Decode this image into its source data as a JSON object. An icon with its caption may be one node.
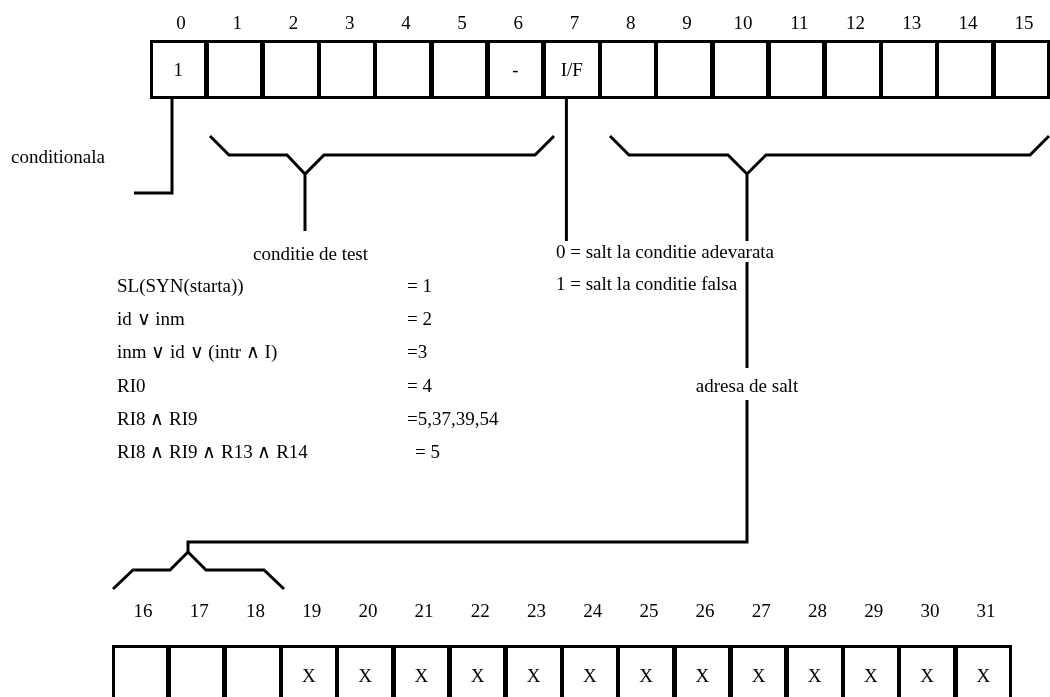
{
  "diagram": {
    "nodes": [
      {
        "text": [
          "1"
        ]
      },
      {
        "text": [],
        "shape": "box"
      },
      {
        "text": [],
        "shape": "box"
      },
      {
        "text": [],
        "shape": "box"
      },
      {
        "text": [],
        "shape": "box"
      },
      {
        "text": [],
        "shape": "box"
      },
      {
        "text": [
          "-"
        ]
      },
      {
        "text": [
          "I/F"
        ]
      },
      {
        "text": [],
        "shape": "box"
      },
      {
        "text": [],
        "shape": "box"
      },
      {
        "text": [],
        "shape": "box"
      },
      {
        "text": [],
        "shape": "box"
      },
      {
        "text": [],
        "shape": "box"
      },
      {
        "text": [],
        "shape": "box"
      },
      {
        "text": [],
        "shape": "box"
      },
      {
        "text": [],
        "shape": "box"
      },
      {
        "text": [],
        "shape": "box"
      },
      {
        "text": [],
        "shape": "box"
      },
      {
        "text": [],
        "shape": "box"
      },
      {
        "text": [
          "X"
        ]
      },
      {
        "text": [
          "X"
        ]
      },
      {
        "text": [
          "X"
        ]
      },
      {
        "text": [
          "X"
        ]
      },
      {
        "text": [
          "X"
        ]
      },
      {
        "text": [
          "X"
        ]
      },
      {
        "text": [
          "X"
        ]
      },
      {
        "text": [
          "X"
        ]
      },
      {
        "text": [
          "X"
        ]
      },
      {
        "text": [
          "X"
        ]
      },
      {
        "text": [
          "X"
        ]
      },
      {
        "text": [
          "X"
        ]
      },
      {
        "text": [
          "X"
        ]
      },
      {
        "text": [
          "conditionala"
        ]
      },
      {
        "text": [
          "0 = salt la conditie adevarata",
          "1 = salt la conditie falsa"
        ]
      }
    ],
    "edges": [
      {
        "from": 32,
        "to": 0,
        "arrow": "none"
      },
      {
        "from": 7,
        "to": 33,
        "arrow": "none"
      }
    ],
    "labels": [
      "0",
      "1",
      "2",
      "3",
      "4",
      "5",
      "6",
      "7",
      "8",
      "9",
      "10",
      "11",
      "12",
      "13",
      "14",
      "15",
      "conditie de test",
      "SL(SYN(starta))",
      "= 1",
      "id ∨ inm",
      "= 2",
      "inm ∨ id ∨ (intr ∧ I)",
      "=3",
      "RI0",
      "= 4",
      "RI8 ∧ RI9",
      "=5,37,39,54",
      "RI8 ∧ RI9 ∧ R13 ∧ R14",
      "= 5",
      "adresa de salt",
      "16",
      "17",
      "18",
      "19",
      "20",
      "21",
      "22",
      "23",
      "24",
      "25",
      "26",
      "27",
      "28",
      "29",
      "30",
      "31"
    ]
  }
}
